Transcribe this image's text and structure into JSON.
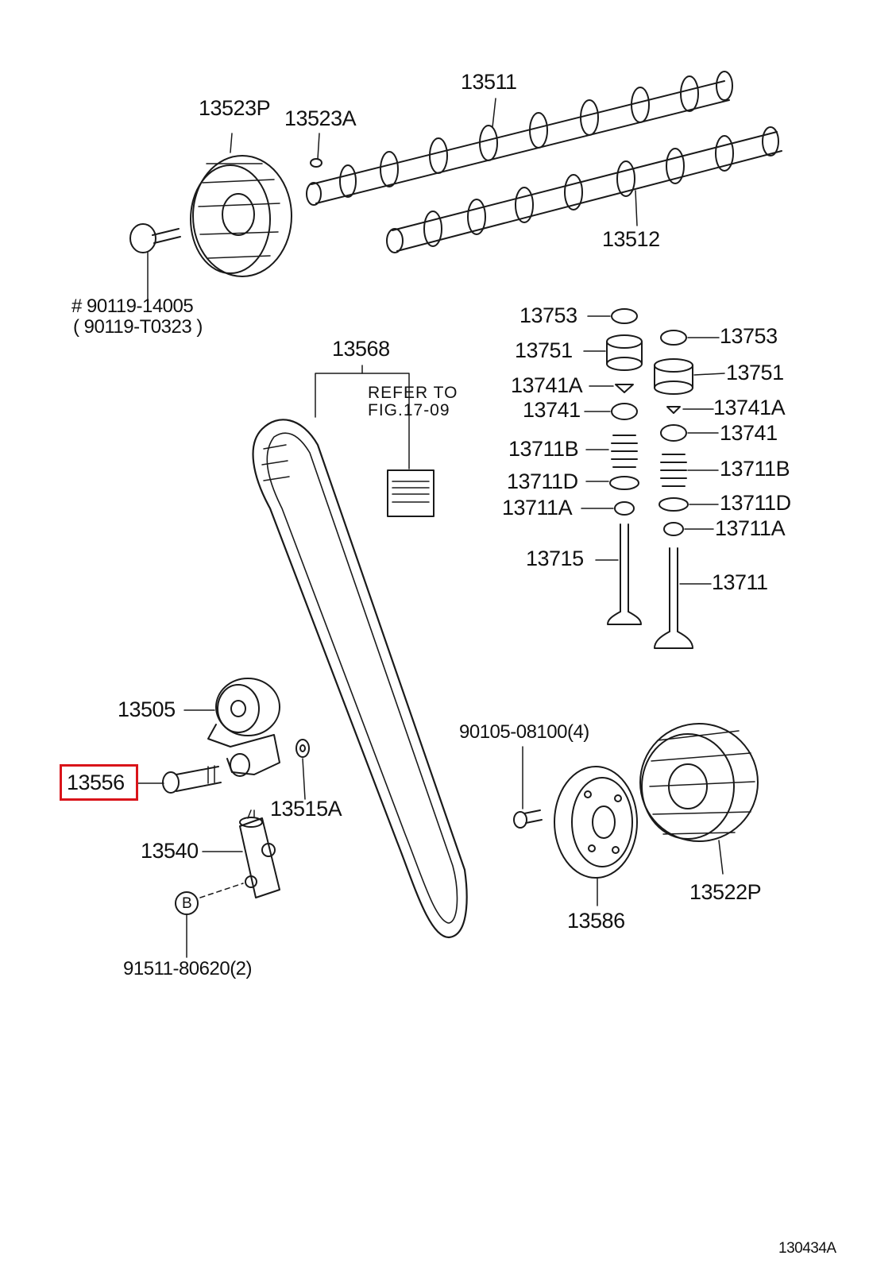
{
  "parts": {
    "p13511": "13511",
    "p13523P": "13523P",
    "p13523A": "13523A",
    "p13512": "13512",
    "bolt_main": "# 90119-14005",
    "bolt_alt": "( 90119-T0323   )",
    "p13568": "13568",
    "refer": "REFER TO\nFIG.17-09",
    "p13753_l": "13753",
    "p13753_r": "13753",
    "p13751_l": "13751",
    "p13751_r": "13751",
    "p13741A_l": "13741A",
    "p13741A_r": "13741A",
    "p13741_l": "13741",
    "p13741_r": "13741",
    "p13711B_l": "13711B",
    "p13711B_r": "13711B",
    "p13711D_l": "13711D",
    "p13711D_r": "13711D",
    "p13711A_l": "13711A",
    "p13711A_r": "13711A",
    "p13715": "13715",
    "p13711": "13711",
    "p13505": "13505",
    "p13556": "13556",
    "p13515A": "13515A",
    "p13540": "13540",
    "p91511": "91511-80620(2)",
    "p90105": "90105-08100(4)",
    "p13586": "13586",
    "p13522P": "13522P",
    "circle_b": "B",
    "fig_code": "130434A"
  },
  "highlight": {
    "part": "13556",
    "color": "#d9141a"
  }
}
